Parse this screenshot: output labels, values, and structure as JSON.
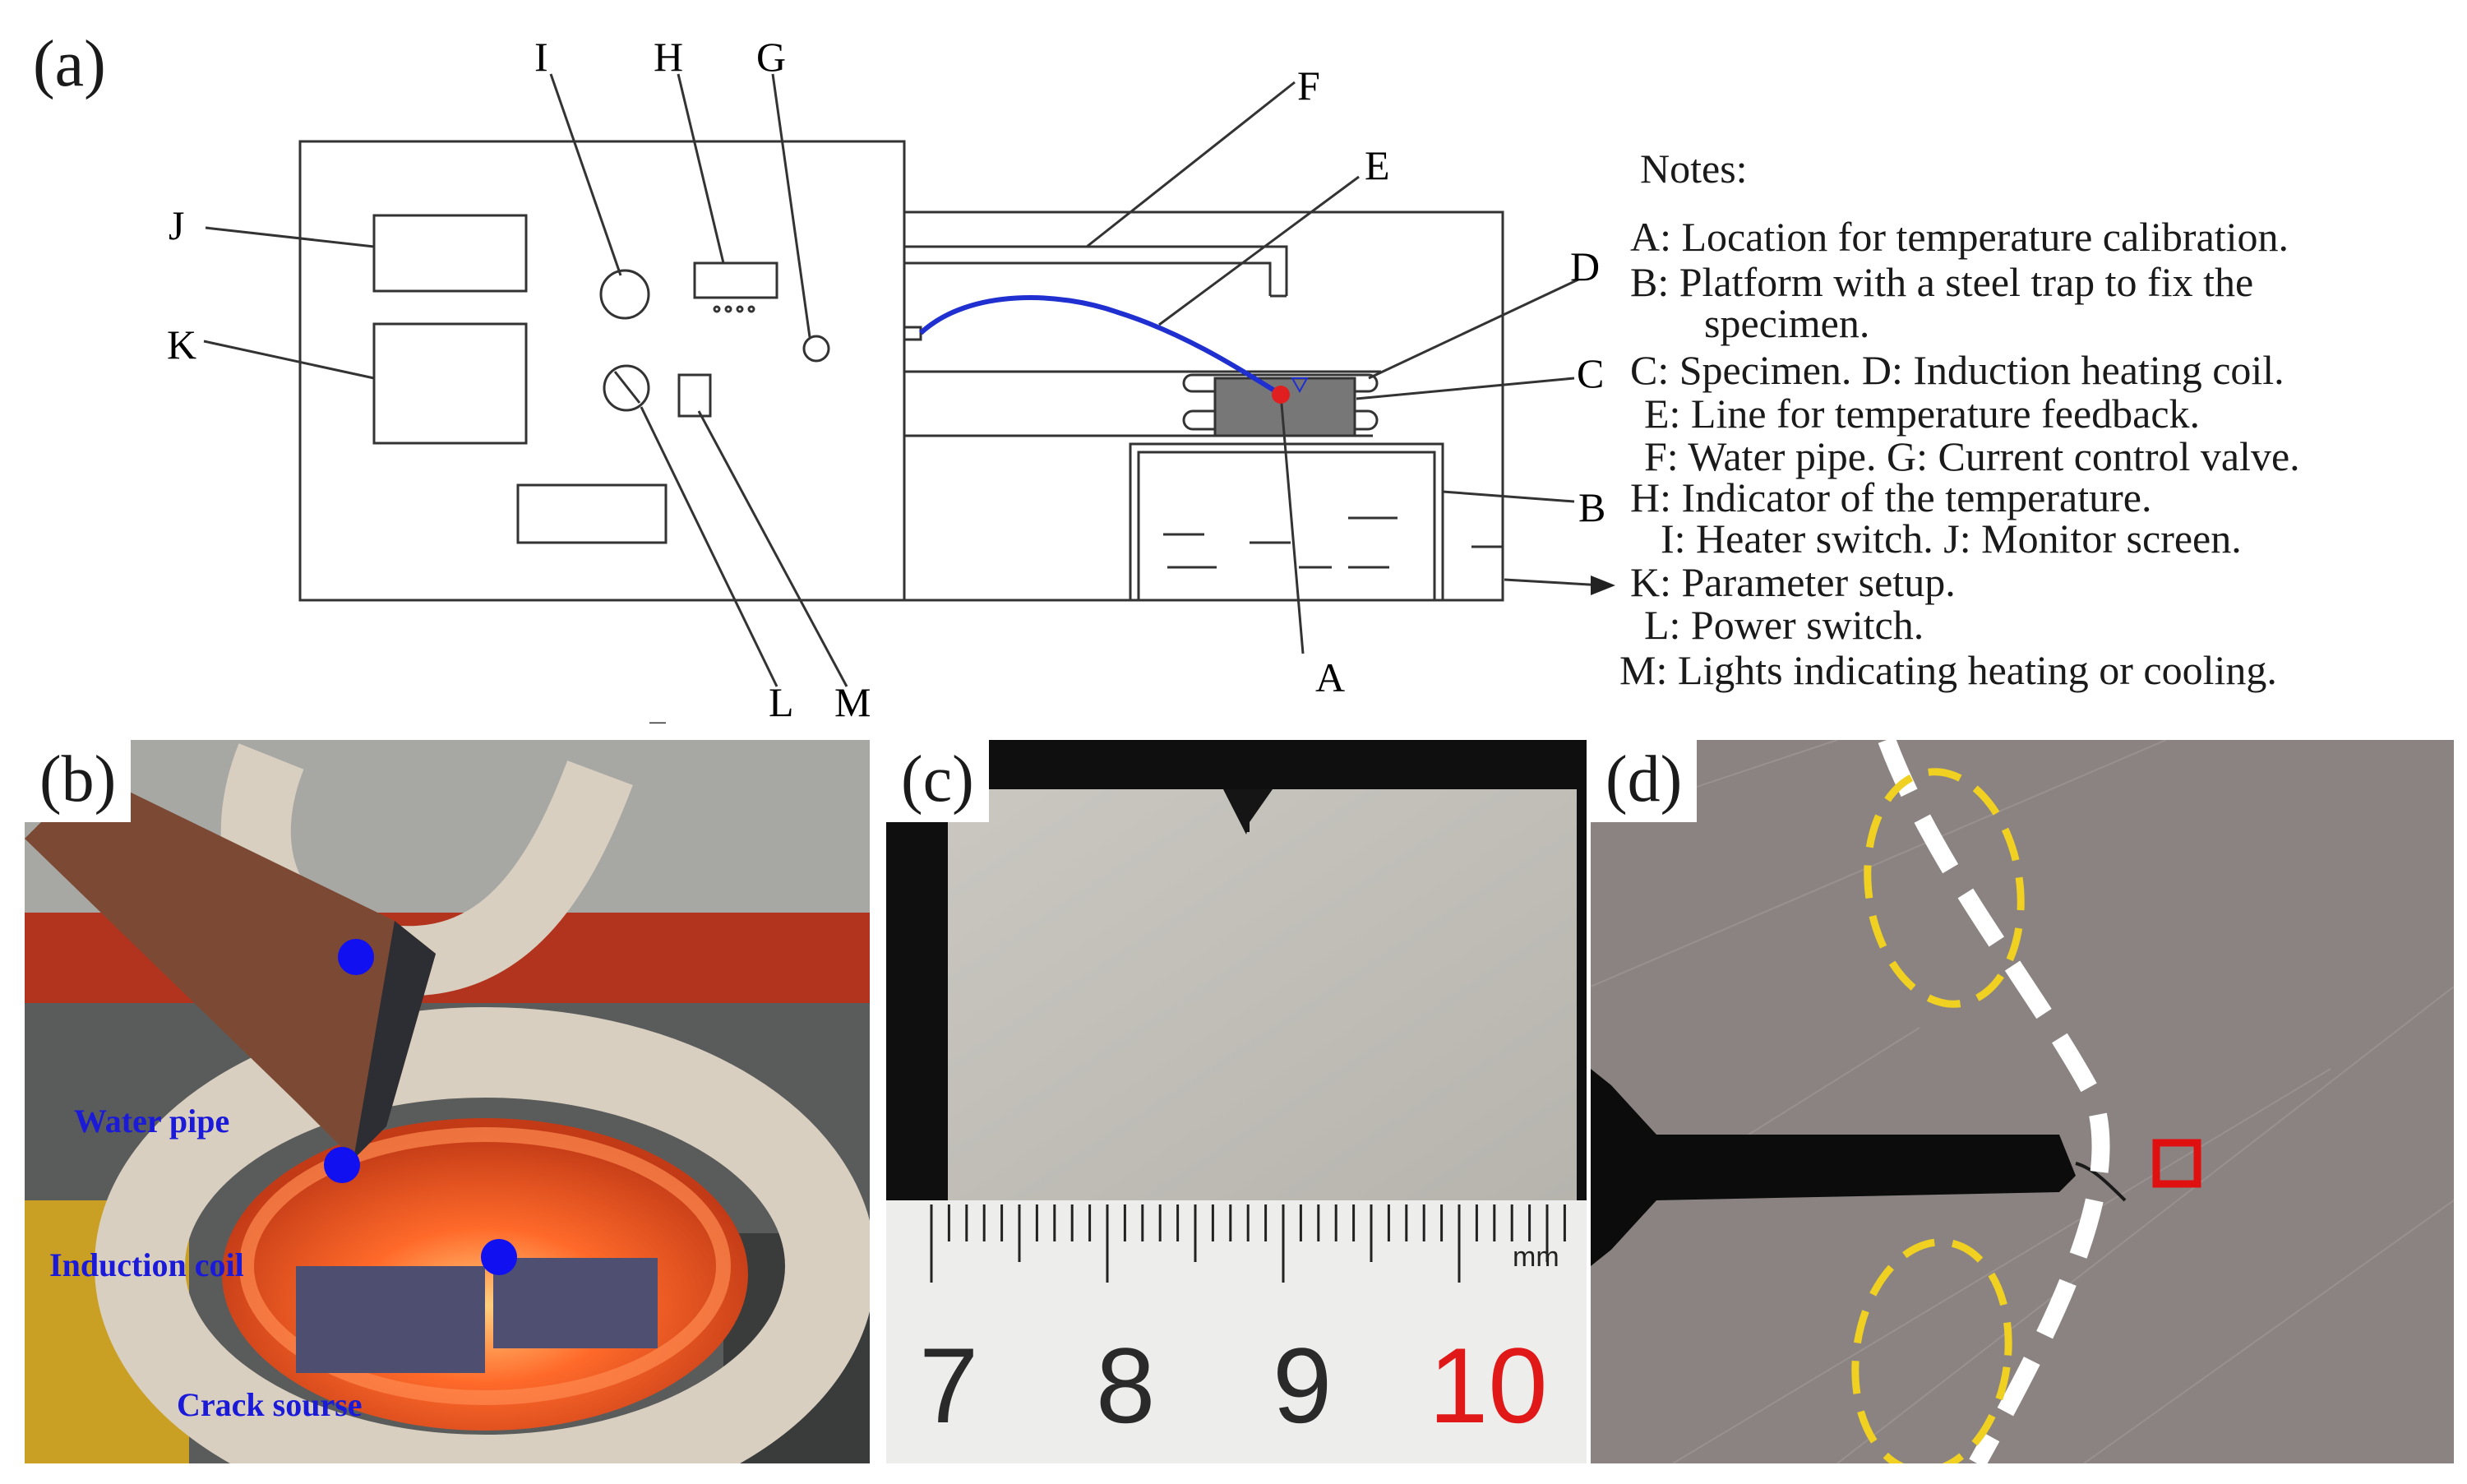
{
  "panel_a": {
    "label": "(a)",
    "letters": {
      "A": "A",
      "B": "B",
      "C": "C",
      "D": "D",
      "E": "E",
      "F": "F",
      "G": "G",
      "H": "H",
      "I": "I",
      "J": "J",
      "K": "K",
      "L": "L",
      "M": "M"
    },
    "notes_heading": "Notes:",
    "notes": [
      "A: Location for temperature calibration.",
      "B: Platform with a steel trap to fix the",
      "specimen.",
      "C: Specimen. D: Induction heating coil.",
      "E: Line for temperature feedback.",
      "F: Water pipe. G: Current control valve.",
      "H: Indicator of the temperature.",
      "I: Heater switch. J: Monitor screen.",
      "K: Parameter setup.",
      "L: Power switch.",
      "M: Lights indicating heating or cooling."
    ]
  },
  "panel_b": {
    "label": "(b)",
    "labels": [
      "Water pipe",
      "Induction coil",
      "Crack sourse"
    ]
  },
  "panel_c": {
    "label": "(c)",
    "ruler_unit": "mm",
    "ruler_numbers": [
      "7",
      "8",
      "9",
      "10"
    ]
  },
  "panel_d": {
    "label": "(d)"
  },
  "colors": {
    "feedback_line": "#1f2fd0",
    "calibration_point": "#e02020",
    "label_blue": "#1a1ad8",
    "marker_blue": "#1010f0",
    "ellipse_yellow": "#f0d020",
    "box_red": "#e01010",
    "ruler_red": "#e01818"
  }
}
